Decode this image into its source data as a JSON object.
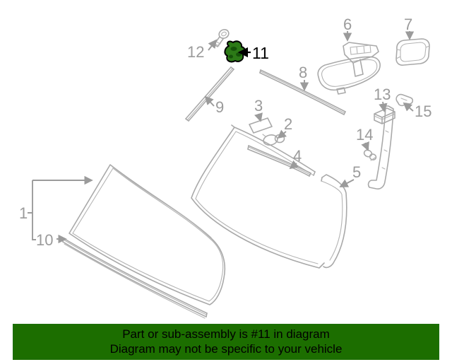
{
  "highlighted_part": "11",
  "colors": {
    "diagram_line": "#a9a9a9",
    "label_gray": "#9b9b9b",
    "highlight_fill": "#2c7a17",
    "highlight_outline": "#000000",
    "banner_background": "#1c6e00",
    "banner_text": "#000000"
  },
  "labels": [
    {
      "num": "1"
    },
    {
      "num": "2"
    },
    {
      "num": "3"
    },
    {
      "num": "4"
    },
    {
      "num": "5"
    },
    {
      "num": "6"
    },
    {
      "num": "7"
    },
    {
      "num": "8"
    },
    {
      "num": "9"
    },
    {
      "num": "10"
    },
    {
      "num": "11"
    },
    {
      "num": "12"
    },
    {
      "num": "13"
    },
    {
      "num": "14"
    },
    {
      "num": "15"
    }
  ],
  "banner": {
    "line1": "Part or sub-assembly is #11 in diagram",
    "line2": "Diagram may not be specific to your vehicle"
  }
}
